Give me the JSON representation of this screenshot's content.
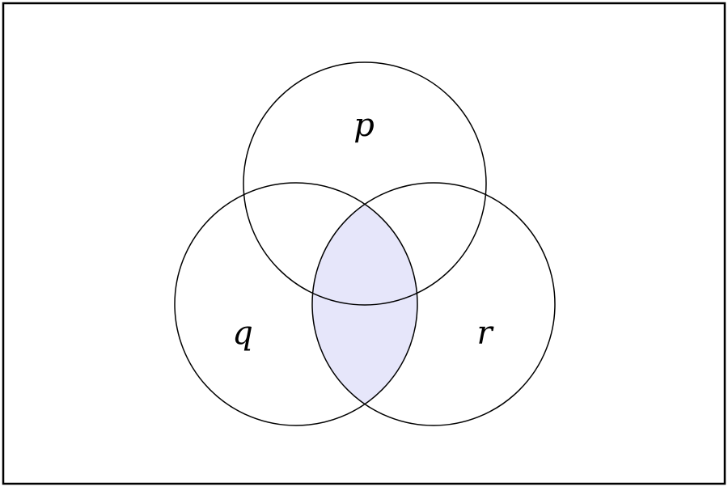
{
  "diagram": {
    "type": "venn",
    "sets": [
      {
        "id": "p",
        "label": "p"
      },
      {
        "id": "q",
        "label": "q"
      },
      {
        "id": "r",
        "label": "r"
      }
    ],
    "shaded_region": "q ∩ r",
    "colors": {
      "shade": "#e6e6fa",
      "stroke": "#000000",
      "background": "#ffffff"
    }
  }
}
